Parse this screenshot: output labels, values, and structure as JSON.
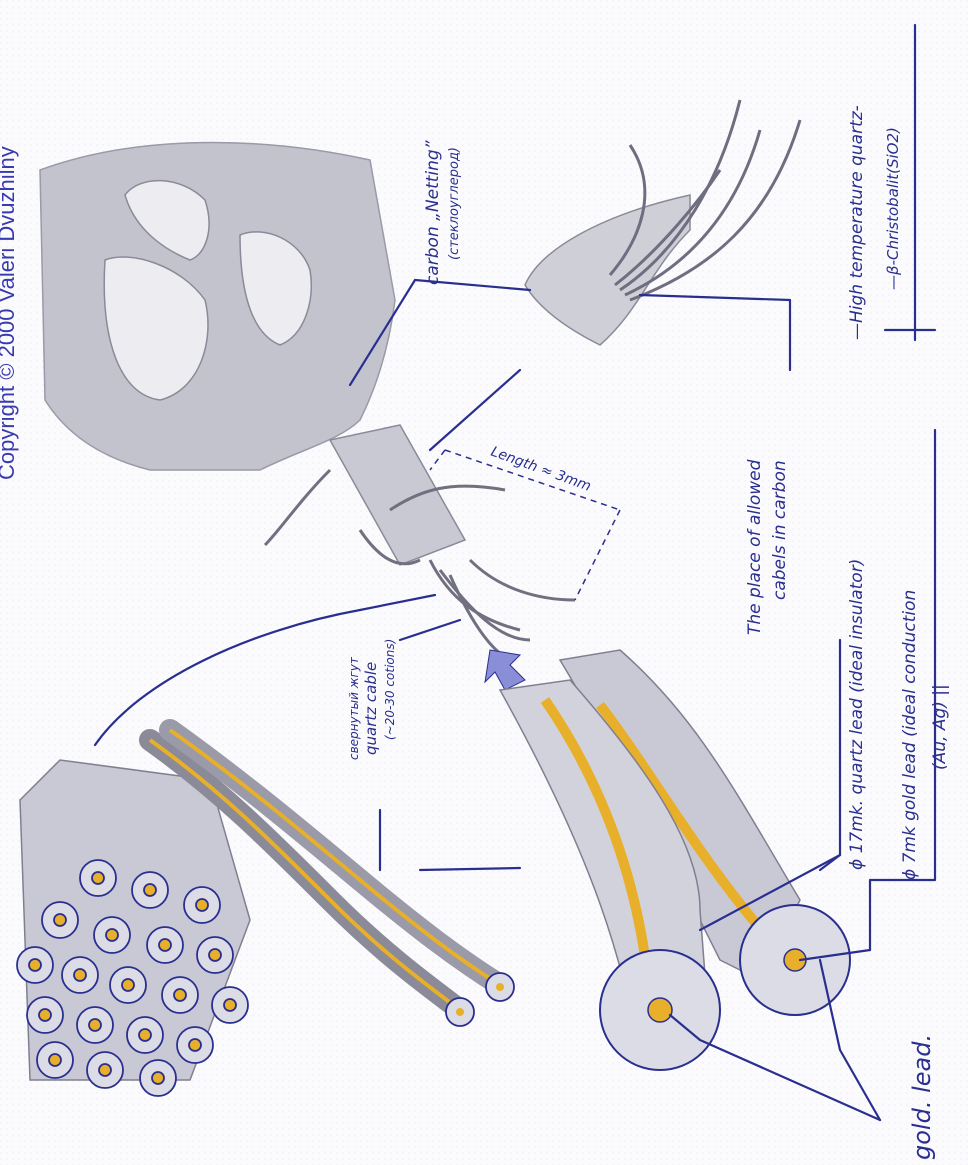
{
  "copyright": "Copyright © 2000 Valeri Dvuzhilny",
  "labels": {
    "carbon_netting": "carbon „Netting”",
    "carbon_netting_ru": "(стеклоуглерод)",
    "length": "Length ≈ 3mm",
    "quartz_cable_ru": "свернутый жгут",
    "quartz_cable": "quartz cable",
    "quartz_cable_count": "(~20-30 cotions)",
    "place_line1": "The place of allowed",
    "place_line2": "cabels in carbon",
    "quartz_lead": "ϕ 17mk. quartz lead (ideal insulator)",
    "high_temp": "—High temperature quartz-",
    "cristobalit": "—β-Christobalit(SiO2)",
    "gold_lead": "ϕ 7mk gold lead (ideal conduction",
    "gold_lead_2": "(Au, Ag) ||",
    "gold_lead_label": "gold. lead."
  },
  "colors": {
    "ink": "#2a2f8f",
    "gray_fill": "#c9c9d3",
    "fiber_fill": "#dcdce6",
    "gold": "#e8b02a"
  }
}
